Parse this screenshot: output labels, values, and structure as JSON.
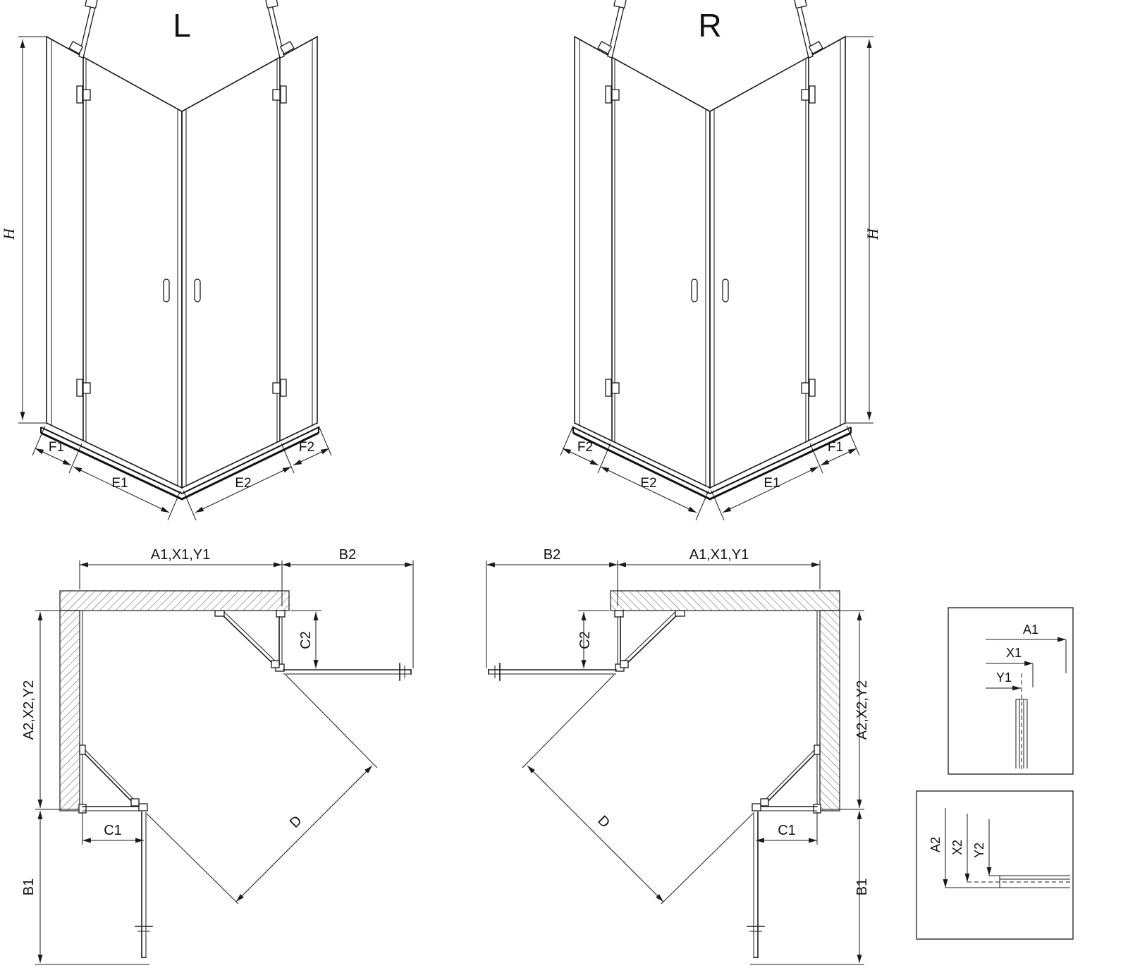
{
  "drawing": {
    "background": "#ffffff",
    "line_color": "#1a1a1a"
  },
  "perspective_views": {
    "left": {
      "variant_label": "L",
      "height_label": "H",
      "fixed_left_label": "F1",
      "door_left_label": "E1",
      "door_right_label": "E2",
      "fixed_right_label": "F2"
    },
    "right": {
      "variant_label": "R",
      "height_label": "H",
      "fixed_left_label": "F2",
      "door_left_label": "E2",
      "door_right_label": "E1",
      "fixed_right_label": "F1"
    }
  },
  "plan_views": {
    "left": {
      "width_label": "A1,X1,Y1",
      "door_b2_label": "B2",
      "fixed_c2_label": "C2",
      "depth_label": "A2,X2,Y2",
      "fixed_c1_label": "C1",
      "door_b1_label": "B1",
      "diagonal_label": "D"
    },
    "right": {
      "width_label": "A1,X1,Y1",
      "door_b2_label": "B2",
      "fixed_c2_label": "C2",
      "depth_label": "A2,X2,Y2",
      "fixed_c1_label": "C1",
      "door_b1_label": "B1",
      "diagonal_label": "D"
    }
  },
  "detail_views": {
    "width_reference": {
      "a_label": "A1",
      "x_label": "X1",
      "y_label": "Y1"
    },
    "depth_reference": {
      "a_label": "A2",
      "x_label": "X2",
      "y_label": "Y2"
    }
  }
}
